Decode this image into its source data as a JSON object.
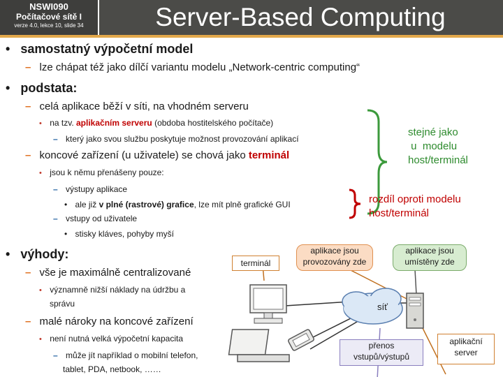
{
  "header": {
    "course_code": "NSWI090",
    "course_name": "Počítačové sítě I",
    "version": "verze 4.0, lekce 10, slide 34",
    "title": "Server-Based Computing"
  },
  "bullets": {
    "b1": "samostatný výpočetní model",
    "b1_1": "lze chápat též jako dílčí variantu modelu „Network-centric computing“",
    "b2": "podstata:",
    "b2_1": "celá aplikace běží v síti, na vhodném serveru",
    "b2_1_1_pre": "na tzv. ",
    "b2_1_1_em": "aplikačním serveru",
    "b2_1_1_post": "  (obdoba hostitelského počítače)",
    "b2_1_1_1": "který jako svou službu poskytuje možnost provozování aplikací",
    "b2_2_pre": "koncové zařízení (u uživatele) se chová jako ",
    "b2_2_em": "terminál",
    "b2_2_1": "jsou k němu přenášeny pouze:",
    "b2_2_1_1": "výstupy aplikace",
    "b2_2_1_1_1_pre": "ale již ",
    "b2_2_1_1_1_em": "v plné  (rastrové) grafice",
    "b2_2_1_1_1_post": ", lze mít plně grafické GUI",
    "b2_2_1_2": "vstupy od uživatele",
    "b2_2_1_2_1": "stisky kláves, pohyby myší",
    "b3": "výhody:",
    "b3_1": "vše je maximálně centralizované",
    "b3_1_1a": "významně nižší náklady na údržbu a",
    "b3_1_1b": "správu",
    "b3_2": "malé nároky na koncové zařízení",
    "b3_2_1": "není nutná velká výpočetní kapacita",
    "b3_2_1_1a": "může jít například o mobilní telefon,",
    "b3_2_1_1b": "tablet, PDA, netbook, ……"
  },
  "side_notes": {
    "green_line1": "stejné jako",
    "green_line2": " u  modelu",
    "green_line3": "host/terminál",
    "red_line1": "rozdíl oproti modelu",
    "red_line2": "host/terminál"
  },
  "diagram": {
    "terminal_label": "terminál",
    "apps_run_line1": "aplikace jsou",
    "apps_run_line2": "provozovány zde",
    "apps_stored_line1": "aplikace jsou",
    "apps_stored_line2": "umístěny zde",
    "network_label": "síť",
    "transfer_line1": "přenos",
    "transfer_line2": "vstupů/výstupů",
    "server_line1": "aplikační",
    "server_line2": "server"
  },
  "colors": {
    "header_bg": "#4b4b48",
    "accent_gold": "#e2a84b",
    "level1": "#e07020",
    "level3": "#1f5fa0",
    "emphasis": "#c00000",
    "green": "#2e8b2e"
  }
}
